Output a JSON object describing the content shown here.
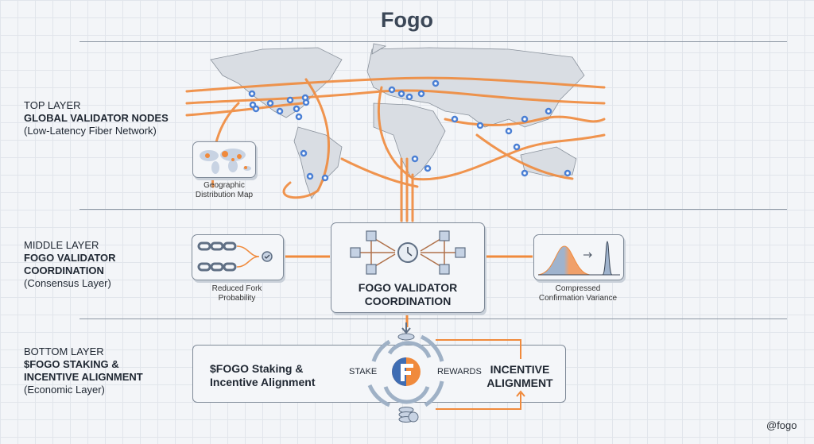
{
  "title": "Fogo",
  "layers": {
    "top": {
      "tag": "TOP LAYER",
      "name": "GLOBAL VALIDATOR NODES",
      "sub": "(Low-Latency Fiber Network)",
      "inset_caption_1": "Geographic",
      "inset_caption_2": "Distribution Map"
    },
    "middle": {
      "tag": "MIDDLE LAYER",
      "name_1": "FOGO VALIDATOR",
      "name_2": "COORDINATION",
      "sub": "(Consensus Layer)",
      "left_caption_1": "Reduced Fork",
      "left_caption_2": "Probability",
      "center_title_1": "FOGO VALIDATOR",
      "center_title_2": "COORDINATION",
      "right_caption_1": "Compressed",
      "right_caption_2": "Confirmation Variance"
    },
    "bottom": {
      "tag": "BOTTOM LAYER",
      "name_1": "$FOGO STAKING &",
      "name_2": "INCENTIVE ALIGNMENT",
      "sub": "(Economic Layer)",
      "box_title_1": "$FOGO Staking &",
      "box_title_2": "Incentive Alignment",
      "stake": "STAKE",
      "rewards": "REWARDS",
      "incentive_1": "INCENTIVE",
      "incentive_2": "ALIGNMENT"
    }
  },
  "watermark": "@fogo",
  "colors": {
    "accent": "#f08a3c",
    "node": "#4a7fd4",
    "text": "#1f2732"
  }
}
